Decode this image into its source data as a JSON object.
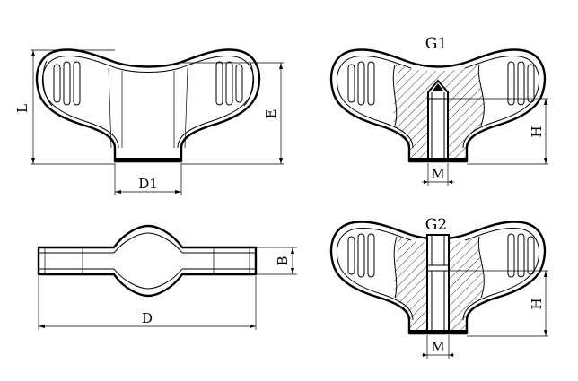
{
  "views": {
    "front": {
      "label_L": "L",
      "label_E": "E",
      "label_D1": "D1"
    },
    "g1": {
      "title": "G1",
      "label_H": "H",
      "label_M": "M"
    },
    "top": {
      "label_B": "B",
      "label_D": "D"
    },
    "g2": {
      "title": "G2",
      "label_H": "H",
      "label_M": "M"
    }
  }
}
